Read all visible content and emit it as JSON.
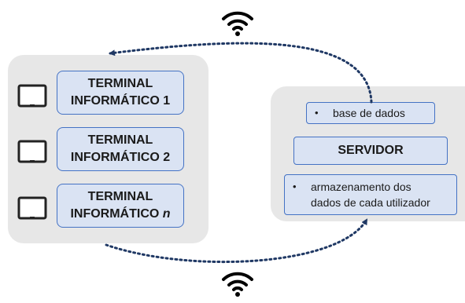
{
  "terminals": [
    {
      "line1": "TERMINAL",
      "line2": "INFORMÁTICO 1",
      "suffix": ""
    },
    {
      "line1": "TERMINAL",
      "line2": "INFORMÁTICO 2",
      "suffix": ""
    },
    {
      "line1": "TERMINAL",
      "line2": "INFORMÁTICO ",
      "suffix": "n"
    }
  ],
  "server": {
    "database_label": "base de dados",
    "server_label": "SERVIDOR",
    "storage_line1": "armazenamento dos",
    "storage_line2": "dados de cada utilizador",
    "bullet": "•"
  },
  "icons": {
    "wifi": "wifi-icon",
    "device": "tablet-icon"
  },
  "colors": {
    "box_fill": "#dae3f3",
    "box_border": "#4472c4",
    "panel_fill": "#e7e7e7",
    "arrow": "#1f3864"
  }
}
